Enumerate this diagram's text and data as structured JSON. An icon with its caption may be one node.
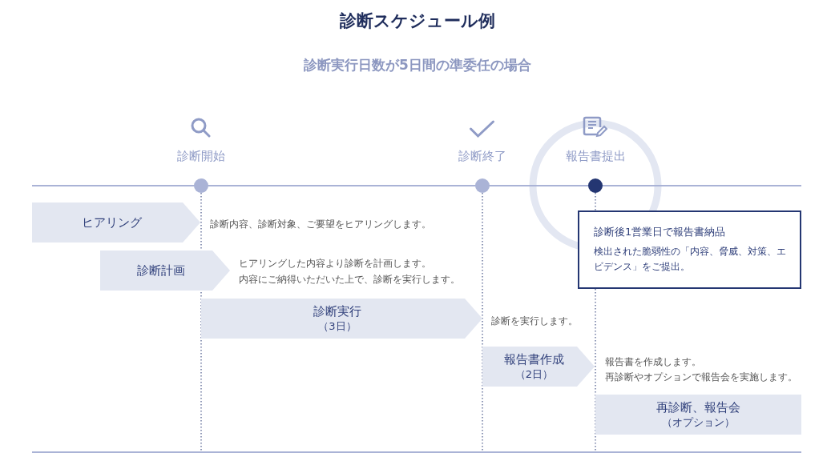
{
  "diagram": {
    "title": "診断スケジュール例",
    "nodes": [
      {
        "text": [
          "診断開始"
        ]
      },
      {
        "text": [
          "診断終了"
        ]
      },
      {
        "text": [
          "報告書提出"
        ]
      },
      {
        "text": [
          "ヒアリング"
        ],
        "beside": [
          "診断内容、診断対象、ご要望をヒアリングします。"
        ]
      },
      {
        "text": [
          "診断計画"
        ],
        "beside": [
          "ヒアリングした内容より診断を計画します。",
          "内容にご納得いただいた上で、診断を実行します。"
        ]
      },
      {
        "text": [
          "診断実行",
          "（3日）"
        ],
        "beside": [
          "診断を実行します。"
        ]
      },
      {
        "text": [
          "報告書作成",
          "（2日）"
        ],
        "beside": [
          "報告書を作成します。",
          "再診断やオプションで報告会を実施します。"
        ]
      },
      {
        "text": [
          "再診断、報告会",
          "（オプション）"
        ]
      },
      {
        "text": [
          "診断後1営業日で報告書納品",
          "検出された脆弱性の「内容、脅威、対策、エビデンス」をご提出。"
        ]
      }
    ],
    "labels": [
      "診断実行日数が5日間の準委任の場合"
    ]
  }
}
